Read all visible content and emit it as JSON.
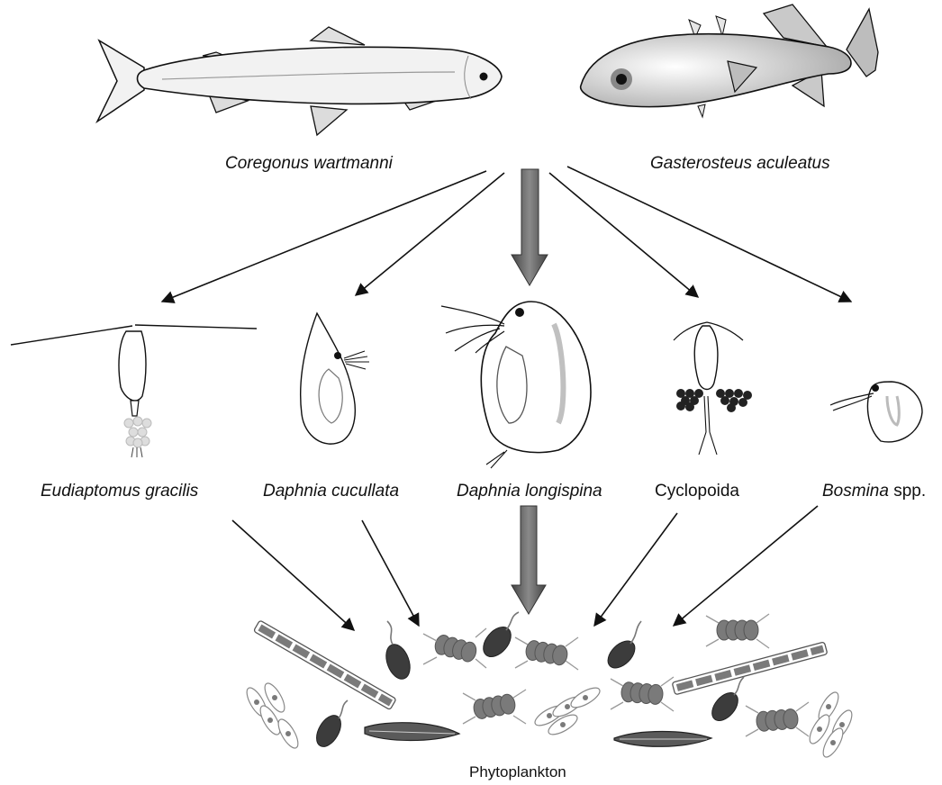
{
  "predators": {
    "whitefish": {
      "genus": "Coregonus",
      "species": "wartmanni"
    },
    "stickleback": {
      "genus": "Gasterosteus",
      "species": "aculeatus"
    }
  },
  "zooplankton": {
    "eudiaptomus": {
      "genus": "Eudiaptomus",
      "species": "gracilis"
    },
    "cucullata": {
      "genus": "Daphnia",
      "species": "cucullata"
    },
    "longispina": {
      "genus": "Daphnia",
      "species": "longispina"
    },
    "cyclopoida": {
      "name": "Cyclopoida"
    },
    "bosmina": {
      "genus": "Bosmina",
      "suffix": "spp."
    }
  },
  "producers": {
    "label": "Phytoplankton"
  },
  "colors": {
    "line": "#111111",
    "fish_fill": "#f2f2f2",
    "stickleback_fill": "#d4d4d4",
    "arrow_dark": "#555555",
    "plankton_dark": "#3c3c3c",
    "plankton_mid": "#7a7a7a",
    "plankton_light": "#bdbdbd"
  }
}
